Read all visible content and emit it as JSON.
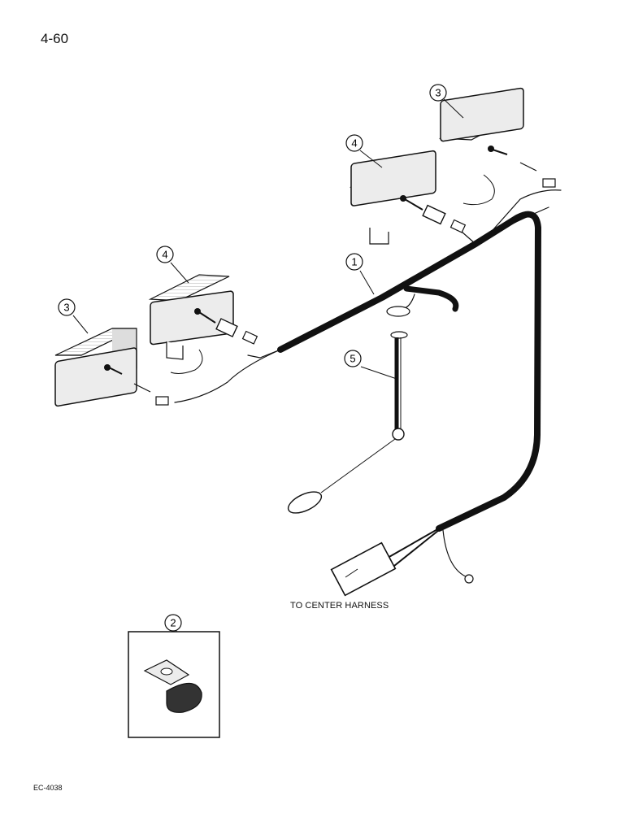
{
  "page": {
    "number": "4-60",
    "code": "EC-4038"
  },
  "notes": {
    "to_center_harness": "TO CENTER HARNESS"
  },
  "callouts": [
    {
      "id": "callout-1",
      "number": "1"
    },
    {
      "id": "callout-2",
      "number": "2"
    },
    {
      "id": "callout-3-right",
      "number": "3"
    },
    {
      "id": "callout-3-left",
      "number": "3"
    },
    {
      "id": "callout-4-right",
      "number": "4"
    },
    {
      "id": "callout-4-left",
      "number": "4"
    },
    {
      "id": "callout-5",
      "number": "5"
    }
  ],
  "colors": {
    "ink": "#111111",
    "paper": "#ffffff",
    "lamp_face": "#ececec"
  }
}
